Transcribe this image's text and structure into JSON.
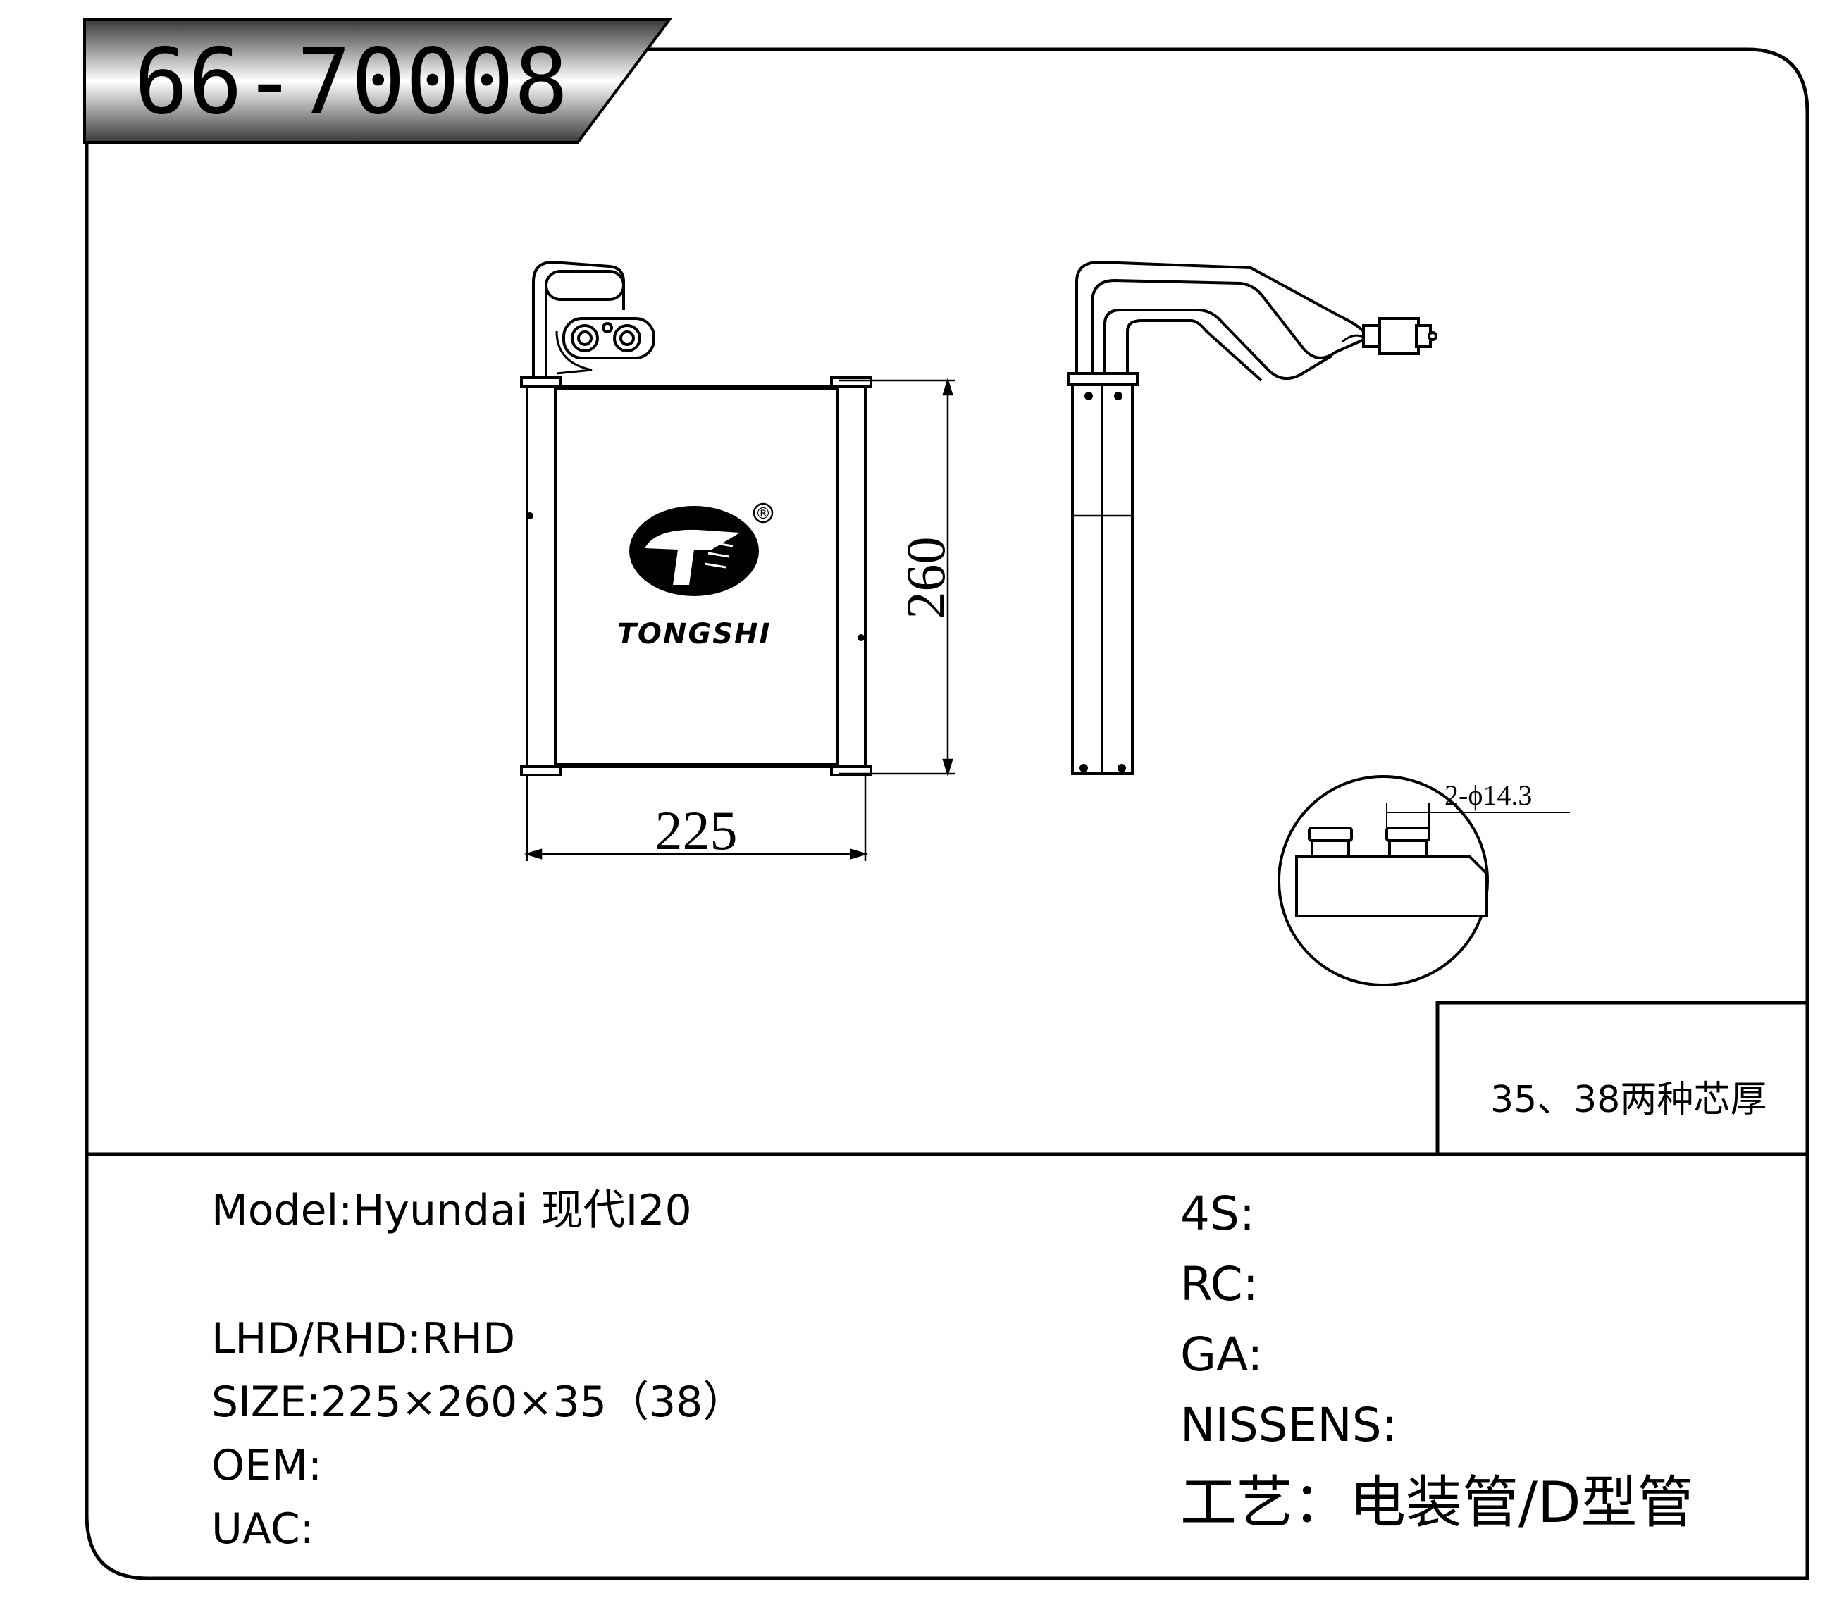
{
  "part_number": "66-70008",
  "brand": {
    "name": "TONGSHI",
    "registered_mark": "®"
  },
  "dimensions": {
    "width": "225",
    "height": "260",
    "port_callout": "2-ϕ14.3"
  },
  "note": "35、38两种芯厚",
  "specs_left": [
    "Model:Hyundai 现代I20",
    "LHD/RHD:RHD",
    "SIZE:225×260×35（38）",
    "OEM:",
    "UAC:"
  ],
  "specs_right": [
    "4S:",
    "RC:",
    "GA:",
    "NISSENS:",
    "工艺：电装管/D型管"
  ],
  "colors": {
    "line": "#000000",
    "background": "#ffffff",
    "header_dark": "#2a2a2a",
    "header_light": "#f2f2f2"
  }
}
